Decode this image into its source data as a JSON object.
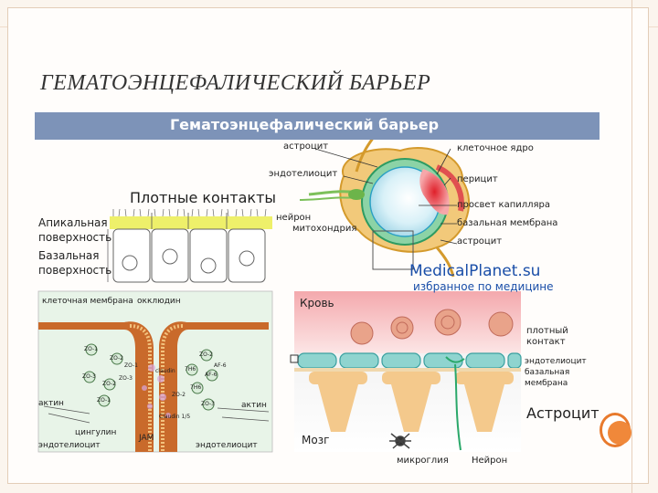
{
  "slide": {
    "title": "Гематоэнцефалический барьер"
  },
  "banner": {
    "text": "Гематоэнцефалический барьер"
  },
  "capillary": {
    "labels": {
      "astrocyte_top": "астроцит",
      "endotheliocyte": "эндотелиоцит",
      "neuron": "нейрон",
      "mitochondria": "митохондрия",
      "nucleus": "клеточное ядро",
      "pericyte": "перицит",
      "lumen": "просвет капилляра",
      "basement": "базальная мембрана",
      "astrocyte_bottom": "астроцит"
    }
  },
  "epithelium": {
    "title": "Плотные контакты",
    "apical": "Апикальная",
    "surface1": "поверхность",
    "basal": "Базальная",
    "surface2": "поверхность"
  },
  "brand": {
    "name": "MedicalPlanet.su",
    "tagline": "избранное по медицине"
  },
  "junction": {
    "labels": {
      "cell_membrane": "клеточная мембрана",
      "occludin": "окклюдин",
      "actin_left": "актин",
      "actin_right": "актин",
      "cingulin": "цингулин",
      "jam": "JAM",
      "endotheliocyte_left": "эндотелиоцит",
      "endotheliocyte_right": "эндотелиоцит"
    },
    "proteins": [
      "ZO-1",
      "ZO-2",
      "ZO-3",
      "ZO-2",
      "ZO-1",
      "ZO-2",
      "7H6",
      "AF-6",
      "7H6",
      "ZO-3",
      "ZO-1",
      "ZO-3",
      "AF-6",
      "ZO-2",
      "claudin",
      "Claudin 1/5"
    ]
  },
  "bbb": {
    "labels": {
      "blood": "Кровь",
      "tight": "плотный",
      "contact": "контакт",
      "endo": "эндотелиоцит",
      "basal1": "базальная",
      "basal2": "мембрана",
      "astrocyte": "Астроцит",
      "brain": "Мозг",
      "microglia": "микроглия",
      "neuron": "Нейрон"
    }
  },
  "colors": {
    "banner": "#7d93b8",
    "accent": "#e87a2d",
    "brand": "#1a4ea8"
  }
}
